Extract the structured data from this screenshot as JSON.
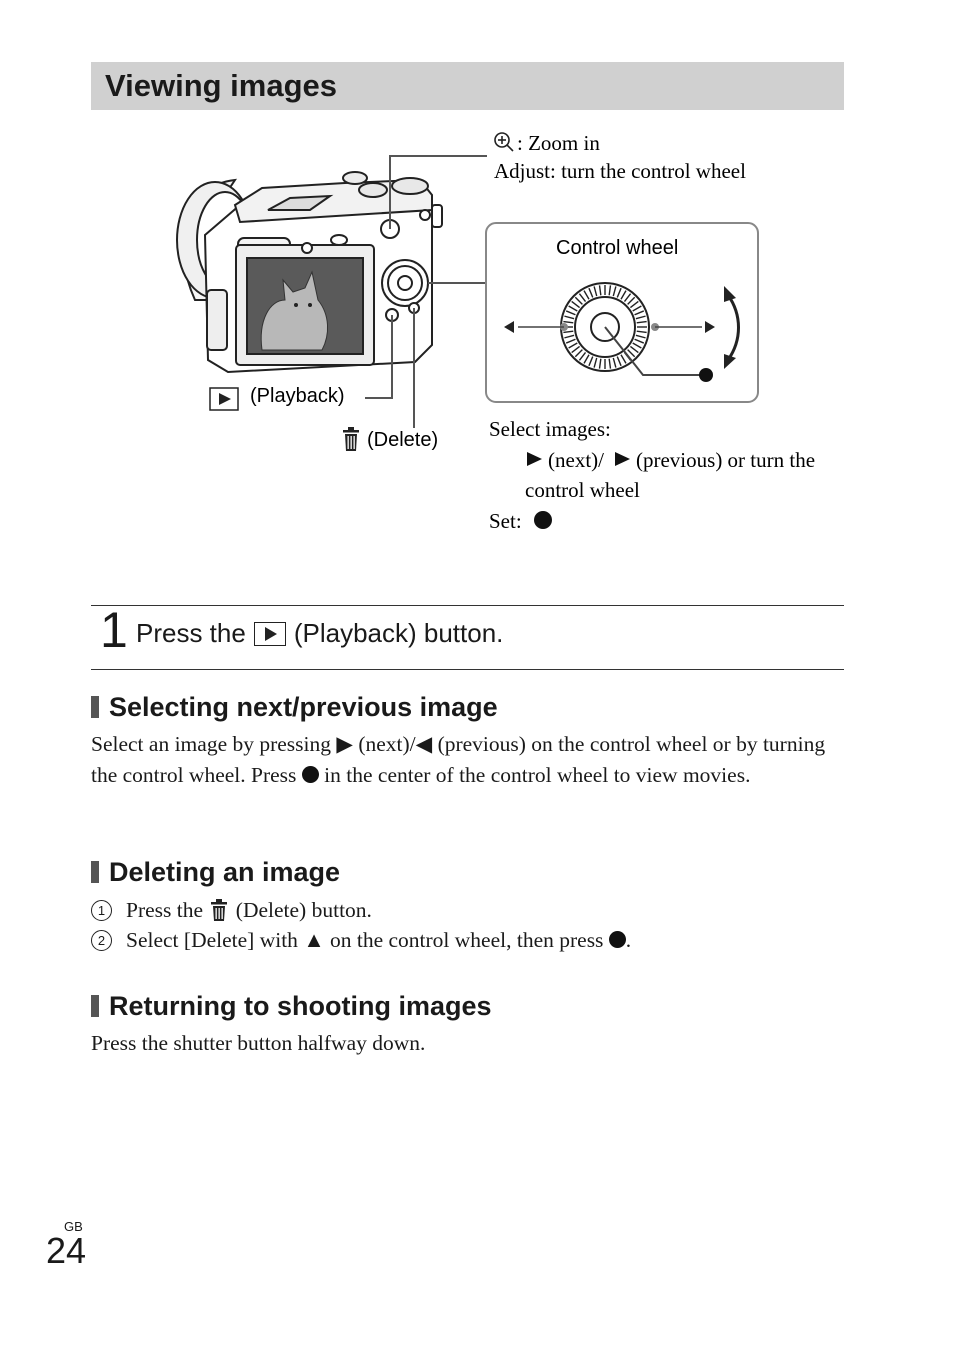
{
  "section_title": "Viewing images",
  "figure": {
    "zoom_label": ": Zoom in",
    "zoom_adjust": "Adjust: turn the control wheel",
    "control_wheel_label": "Control wheel",
    "playback_label": "(Playback)",
    "delete_label": "(Delete)",
    "select_images_label": "Select images:",
    "select_images_next": "(next)/",
    "select_images_prev": "(previous) or turn the",
    "select_images_cont": "control wheel",
    "set_label": "Set:",
    "icons": [
      "zoom-in-icon",
      "playback-icon",
      "delete-icon",
      "next-arrow-icon",
      "previous-arrow-icon",
      "center-dot-icon",
      "camera-illustration"
    ]
  },
  "step": {
    "number": "1",
    "text_before": "Press the",
    "text_after": "(Playback) button."
  },
  "sections": [
    {
      "heading": "Selecting next/previous image",
      "p1": "Select an image by pressing",
      "p2": "(next)/",
      "p3": "(previous) on the control wheel or by turning the control wheel. Press",
      "p4": "in the center of the control wheel to view movies."
    },
    {
      "heading": "Deleting an image",
      "item1_num": "1",
      "item1_a": "Press the",
      "item1_b": "(Delete) button.",
      "item2_num": "2",
      "item2_a": "Select [Delete] with",
      "item2_b": "on the control wheel, then press",
      "item2_c": "."
    },
    {
      "heading": "Returning to shooting images",
      "text": "Press the shutter button halfway down."
    }
  ],
  "footer": {
    "region": "GB",
    "page_number": "24"
  }
}
